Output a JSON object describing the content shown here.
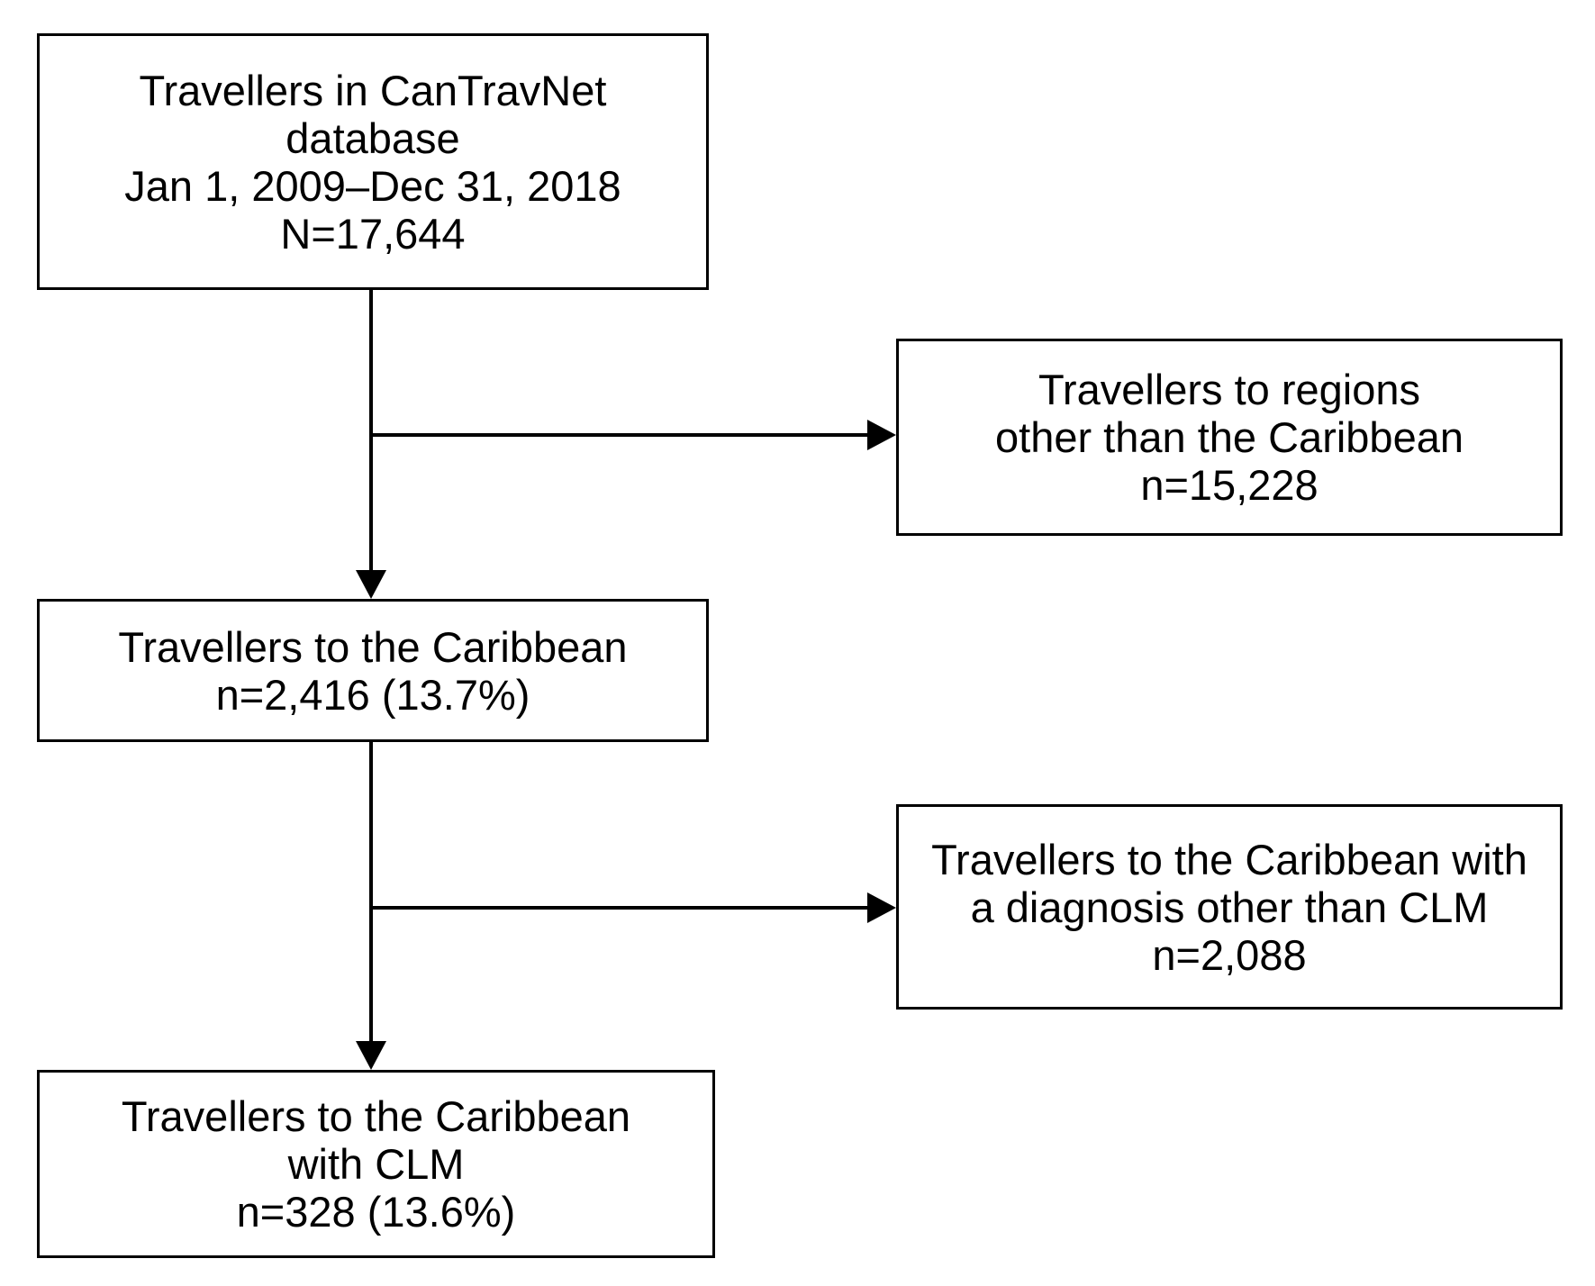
{
  "figure": {
    "colors": {
      "background": "#ffffff",
      "border": "#000000",
      "text": "#000000",
      "arrow": "#000000"
    },
    "boxes": {
      "source": {
        "lines": [
          "Travellers in CanTravNet",
          "database",
          "Jan 1, 2009–Dec 31, 2018",
          "N=17,644"
        ]
      },
      "non_caribbean": {
        "lines": [
          "Travellers to regions",
          "other than the Caribbean",
          "n=15,228"
        ]
      },
      "caribbean": {
        "lines": [
          "Travellers to the Caribbean",
          "n=2,416 (13.7%)"
        ]
      },
      "non_clm": {
        "lines": [
          "Travellers to the Caribbean with",
          "a diagnosis other than CLM",
          "n=2,088"
        ]
      },
      "clm": {
        "lines": [
          "Travellers to the Caribbean",
          "with CLM",
          "n=328 (13.6%)"
        ]
      }
    }
  }
}
